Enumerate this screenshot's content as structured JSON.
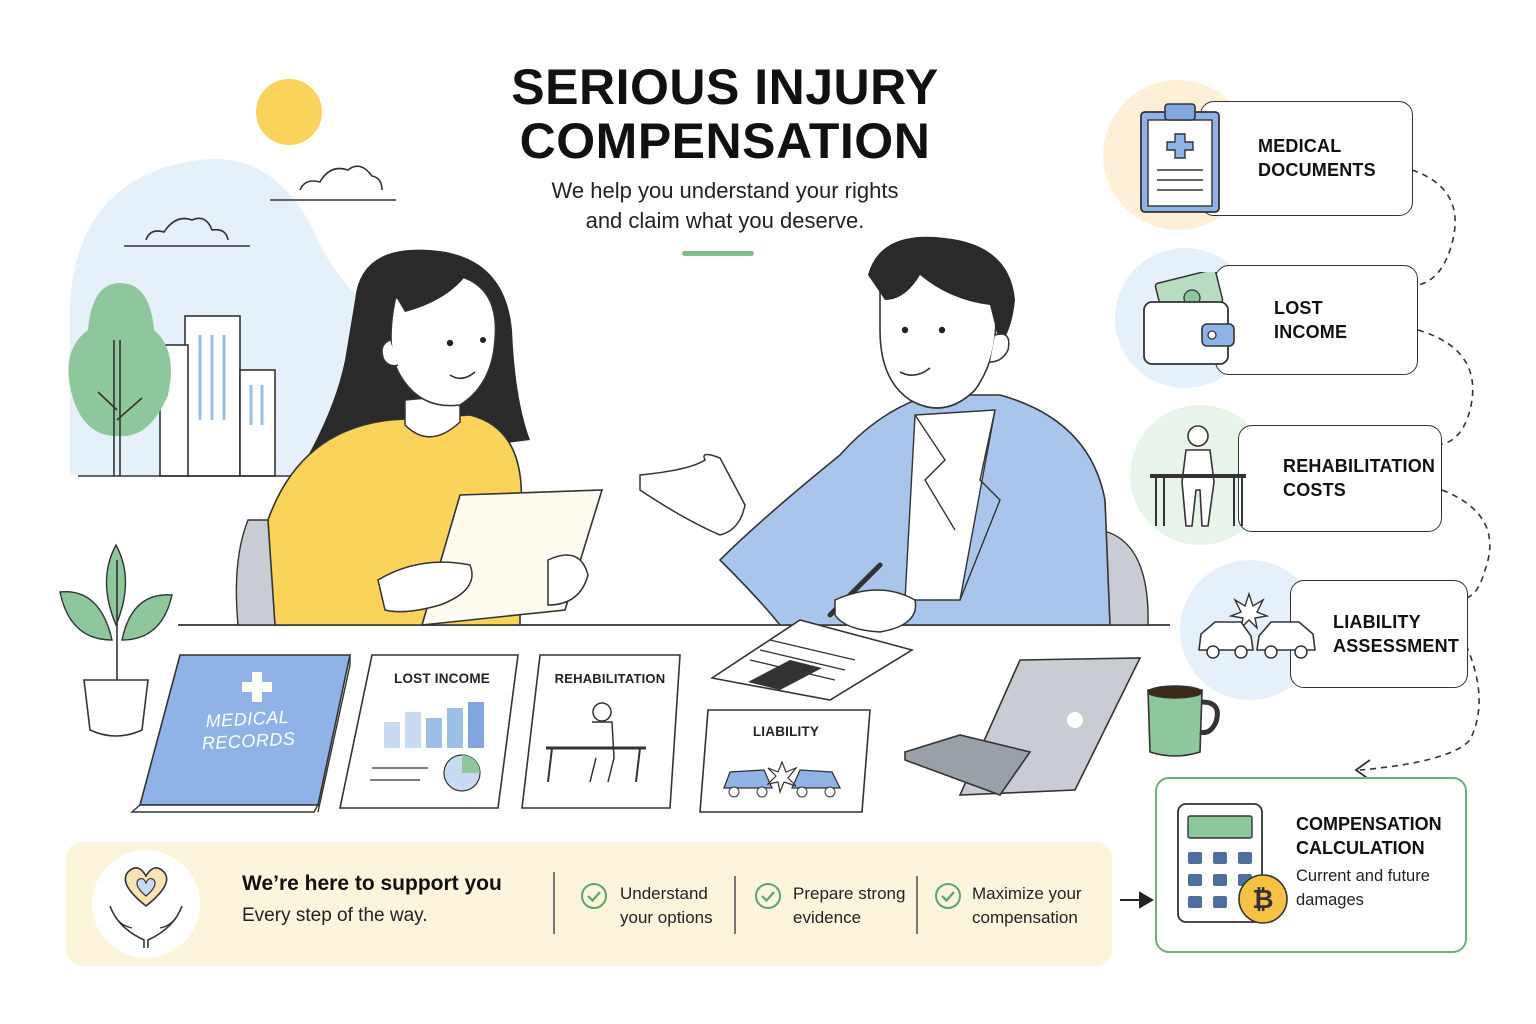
{
  "header": {
    "title_line1": "SERIOUS INJURY",
    "title_line2": "COMPENSATION",
    "subtitle_line1": "We help you understand your rights",
    "subtitle_line2": "and claim what you deserve."
  },
  "desk_cards": {
    "book_line1": "MEDICAL",
    "book_line2": "RECORDS",
    "lost_income": "LOST INCOME",
    "rehabilitation": "REHABILITATION",
    "liability": "LIABILITY"
  },
  "steps": [
    {
      "line1": "MEDICAL",
      "line2": "DOCUMENTS",
      "icon": "clipboard-icon"
    },
    {
      "line1": "LOST",
      "line2": "INCOME",
      "icon": "wallet-icon"
    },
    {
      "line1": "REHABILITATION",
      "line2": "COSTS",
      "icon": "rehab-walker-icon"
    },
    {
      "line1": "LIABILITY",
      "line2": "ASSESSMENT",
      "icon": "car-crash-icon"
    }
  ],
  "final_step": {
    "title_line1": "COMPENSATION",
    "title_line2": "CALCULATION",
    "desc_line1": "Current and future",
    "desc_line2": "damages",
    "icon": "calculator-icon"
  },
  "support": {
    "heading": "We’re here to support you",
    "subtext": "Every step of the way.",
    "benefits": [
      {
        "line1": "Understand",
        "line2": "your options"
      },
      {
        "line1": "Prepare strong",
        "line2": "evidence"
      },
      {
        "line1": "Maximize your",
        "line2": "compensation"
      }
    ]
  },
  "colors": {
    "accent_green": "#7fbf8c",
    "check_green": "#5aa56a",
    "blue": "#7fa6dd",
    "yellow": "#fbd25a",
    "support_bg": "#fdf4dc"
  }
}
